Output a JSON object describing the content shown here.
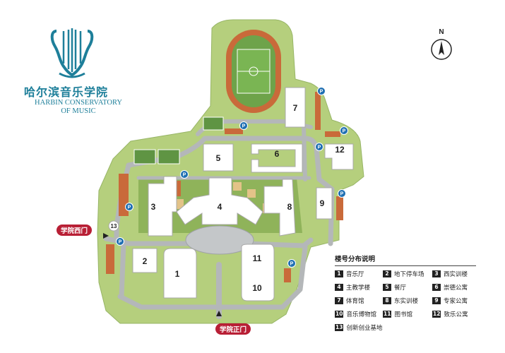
{
  "school": {
    "name_cn": "哈尔滨音乐学院",
    "name_en_line1": "HARBIN CONSERVATORY",
    "name_en_line2": "OF MUSIC"
  },
  "compass_label": "N",
  "gates": {
    "west": "学院西门",
    "main": "学院正门"
  },
  "parking_label": "P",
  "map_buildings": [
    "1",
    "2",
    "3",
    "4",
    "5",
    "6",
    "7",
    "8",
    "9",
    "11",
    "10",
    "12",
    "13"
  ],
  "legend": {
    "title": "楼号分布说明",
    "items": [
      {
        "num": "1",
        "label": "音乐厅"
      },
      {
        "num": "2",
        "label": "地下停车场"
      },
      {
        "num": "3",
        "label": "西实训楼"
      },
      {
        "num": "4",
        "label": "主教学楼"
      },
      {
        "num": "5",
        "label": "餐厅"
      },
      {
        "num": "6",
        "label": "崇德公寓"
      },
      {
        "num": "7",
        "label": "体育馆"
      },
      {
        "num": "8",
        "label": "东实训楼"
      },
      {
        "num": "9",
        "label": "专家公寓"
      },
      {
        "num": "10",
        "label": "音乐博物馆"
      },
      {
        "num": "11",
        "label": "图书馆"
      },
      {
        "num": "12",
        "label": "致乐公寓"
      },
      {
        "num": "13",
        "label": "创新创业基地"
      }
    ]
  },
  "colors": {
    "brand": "#1e7f9a",
    "gate": "#b81f35",
    "grass": "#b5cf7d",
    "road": "#b4b7b9",
    "building": "#ffffff",
    "parking": "#1f6fb2",
    "brick": "#c96a3a"
  }
}
